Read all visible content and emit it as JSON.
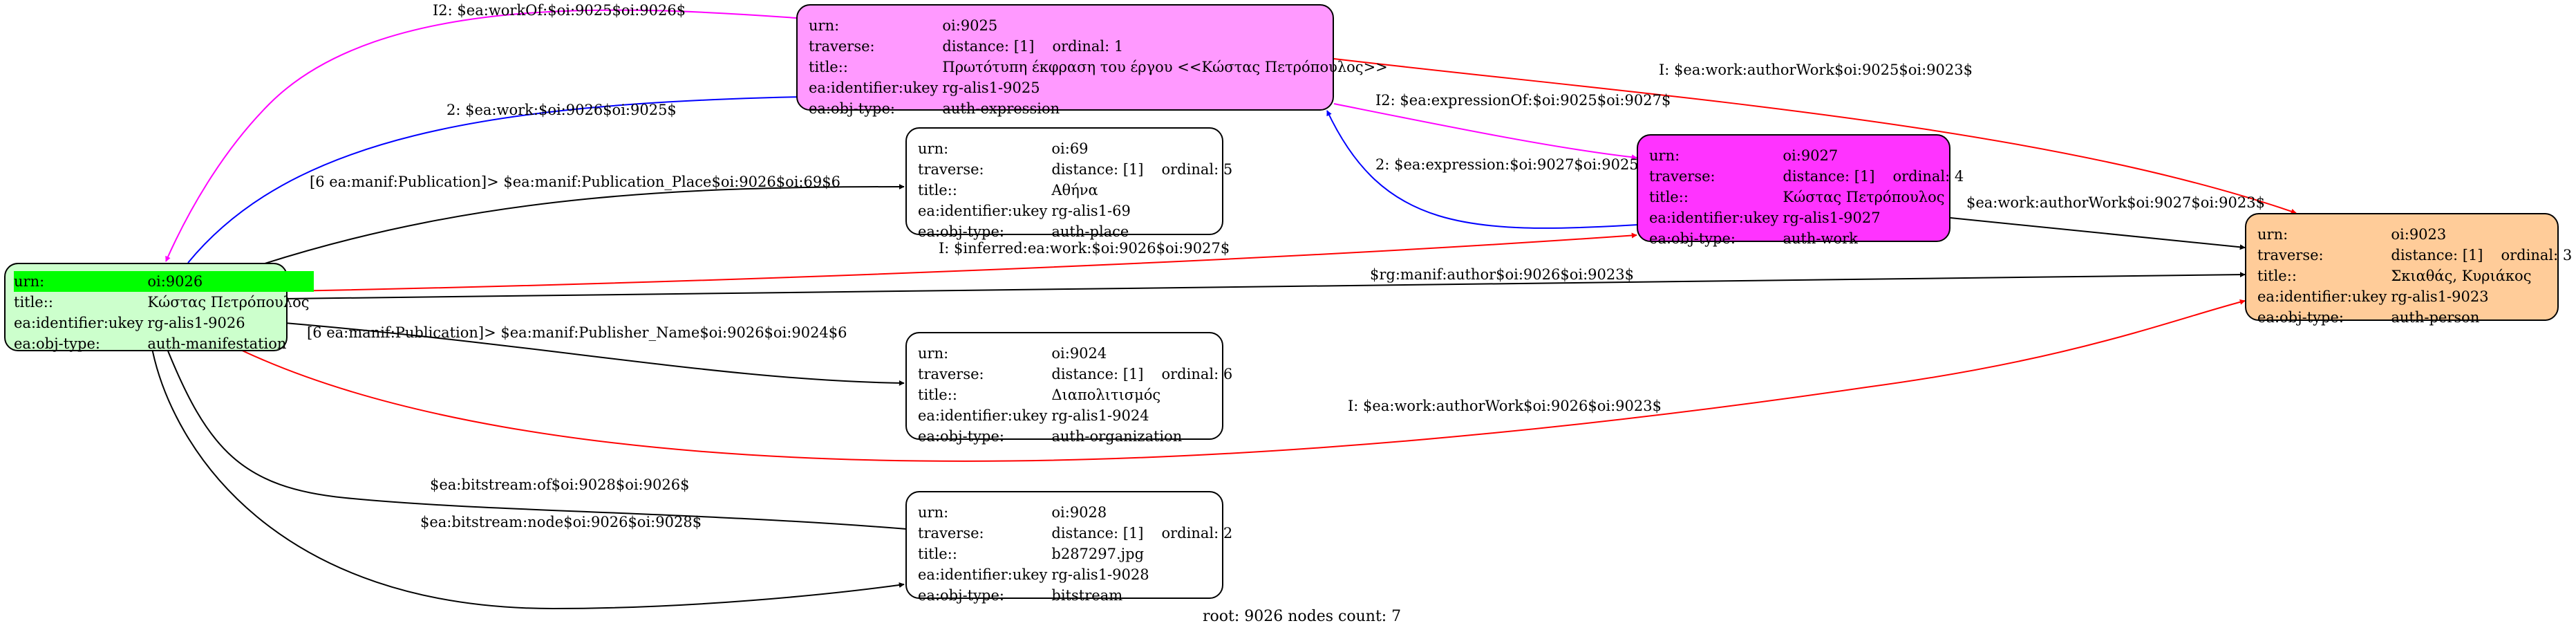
{
  "colors": {
    "manifestation": "#ccffcc",
    "expression": "#ff99ff",
    "work": "#ff33ff",
    "person": "#ffcc99",
    "plain": "#ffffff",
    "root_highlight": "#00ff00",
    "edge_black": "#000000",
    "edge_red": "#ff0000",
    "edge_blue": "#0000ff",
    "edge_magenta": "#ff00ff"
  },
  "nodes": {
    "n9026": {
      "urn_label": "urn:",
      "urn": "oi:9026",
      "title_label": "title::",
      "title": "Κώστας Πετρόπουλος",
      "ukey_label": "ea:identifier:ukey",
      "ukey": "rg-alis1-9026",
      "type_label": "ea:obj-type:",
      "type": "auth-manifestation"
    },
    "n9025": {
      "urn_label": "urn:",
      "urn": "oi:9025",
      "traverse_label": "traverse:",
      "distance": "distance: [1]",
      "ordinal": "ordinal: 1",
      "title_label": "title::",
      "title": "Πρωτότυπη έκφραση του έργου <<Κώστας Πετρόπουλος>>",
      "ukey_label": "ea:identifier:ukey",
      "ukey": "rg-alis1-9025",
      "type_label": "ea:obj-type:",
      "type": "auth-expression"
    },
    "n69": {
      "urn_label": "urn:",
      "urn": "oi:69",
      "traverse_label": "traverse:",
      "distance": "distance: [1]",
      "ordinal": "ordinal: 5",
      "title_label": "title::",
      "title": "Αθήνα",
      "ukey_label": "ea:identifier:ukey",
      "ukey": "rg-alis1-69",
      "type_label": "ea:obj-type:",
      "type": "auth-place"
    },
    "n9027": {
      "urn_label": "urn:",
      "urn": "oi:9027",
      "traverse_label": "traverse:",
      "distance": "distance: [1]",
      "ordinal": "ordinal: 4",
      "title_label": "title::",
      "title": "Κώστας Πετρόπουλος",
      "ukey_label": "ea:identifier:ukey",
      "ukey": "rg-alis1-9027",
      "type_label": "ea:obj-type:",
      "type": "auth-work"
    },
    "n9023": {
      "urn_label": "urn:",
      "urn": "oi:9023",
      "traverse_label": "traverse:",
      "distance": "distance: [1]",
      "ordinal": "ordinal: 3",
      "title_label": "title::",
      "title": "Σκιαθάς, Κυριάκος",
      "ukey_label": "ea:identifier:ukey",
      "ukey": "rg-alis1-9023",
      "type_label": "ea:obj-type:",
      "type": "auth-person"
    },
    "n9024": {
      "urn_label": "urn:",
      "urn": "oi:9024",
      "traverse_label": "traverse:",
      "distance": "distance: [1]",
      "ordinal": "ordinal: 6",
      "title_label": "title::",
      "title": "Διαπολιτισμός",
      "ukey_label": "ea:identifier:ukey",
      "ukey": "rg-alis1-9024",
      "type_label": "ea:obj-type:",
      "type": "auth-organization"
    },
    "n9028": {
      "urn_label": "urn:",
      "urn": "oi:9028",
      "traverse_label": "traverse:",
      "distance": "distance: [1]",
      "ordinal": "ordinal: 2",
      "title_label": "title::",
      "title": "b287297.jpg",
      "ukey_label": "ea:identifier:ukey",
      "ukey": "rg-alis1-9028",
      "type_label": "ea:obj-type:",
      "type": "bitstream"
    }
  },
  "edges": {
    "workof": "I2: $ea:workOf:$oi:9025$oi:9026$",
    "work": "2: $ea:work:$oi:9026$oi:9025$",
    "authorwork_9025": "I: $ea:work:authorWork$oi:9025$oi:9023$",
    "expressionof": "I2: $ea:expressionOf:$oi:9025$oi:9027$",
    "expression": "2: $ea:expression:$oi:9027$oi:9025$",
    "authorwork_9027": "$ea:work:authorWork$oi:9027$oi:9023$",
    "pub_place": "[6 ea:manif:Publication]> $ea:manif:Publication_Place$oi:9026$oi:69$6",
    "inferred": "I: $inferred:ea:work:$oi:9026$oi:9027$",
    "rg_author": "$rg:manif:author$oi:9026$oi:9023$",
    "publisher": "[6 ea:manif:Publication]> $ea:manif:Publisher_Name$oi:9026$oi:9024$6",
    "authorwork_9026": "I: $ea:work:authorWork$oi:9026$oi:9023$",
    "bitstream_of": "$ea:bitstream:of$oi:9028$oi:9026$",
    "bitstream_node": "$ea:bitstream:node$oi:9026$oi:9028$"
  },
  "footer": "root: 9026 nodes count: 7"
}
